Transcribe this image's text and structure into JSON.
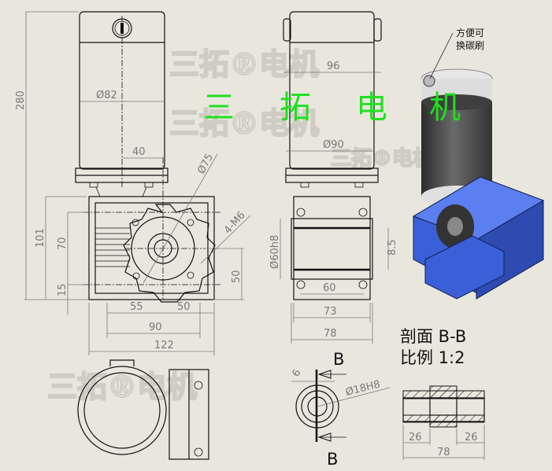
{
  "watermark": {
    "green_chars": [
      "三",
      "拓",
      "电",
      "机"
    ],
    "faint_text": "三拓®电机"
  },
  "callout": {
    "line1": "方便可",
    "line2": "换碳刷"
  },
  "front_view": {
    "dims": {
      "height_total": "280",
      "motor_dia": "Ø82",
      "offset": "40",
      "flange_dia": "Ø75",
      "holes": "4-M6",
      "box_height": "101",
      "h70": "70",
      "h15": "15",
      "h50": "50",
      "w55": "55",
      "w50": "50",
      "w90": "90",
      "w122": "122"
    }
  },
  "side_view": {
    "dims": {
      "w96": "96",
      "motor_dia": "Ø90",
      "spigot": "Ø60h8",
      "h8_5": "8.5",
      "w60": "60",
      "w73": "73",
      "w78": "78"
    }
  },
  "section": {
    "title": "剖面 B-B",
    "scale": "比例 1:2",
    "mark_top": "B",
    "mark_bottom": "B",
    "key_width": "6",
    "bore": "Ø18H8",
    "len_left": "26",
    "len_right": "26",
    "len_total": "78"
  },
  "colors": {
    "gearbox_blue": "#3b5fd6",
    "motor_grey": "#4a4a4a",
    "watermark_green": "#1ee01e"
  }
}
